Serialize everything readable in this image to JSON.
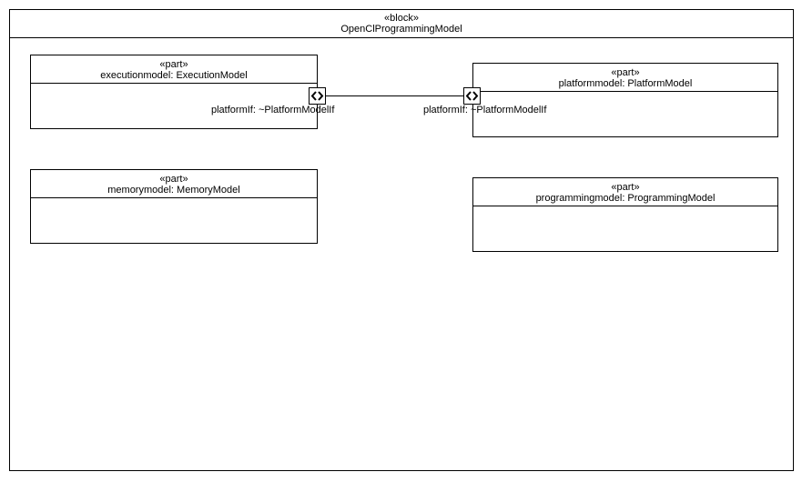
{
  "block": {
    "stereotype": "«block»",
    "name": "OpenClProgrammingModel"
  },
  "parts": [
    {
      "id": "execution",
      "stereotype": "«part»",
      "name": "executionmodel: ExecutionModel"
    },
    {
      "id": "platform",
      "stereotype": "«part»",
      "name": "platformmodel: PlatformModel"
    },
    {
      "id": "memory",
      "stereotype": "«part»",
      "name": "memorymodel: MemoryModel"
    },
    {
      "id": "programming",
      "stereotype": "«part»",
      "name": "programmingmodel: ProgrammingModel"
    }
  ],
  "ports": [
    {
      "owner": "execution",
      "label": "platformIf: ~PlatformModelIf",
      "icon": "port-icon"
    },
    {
      "owner": "platform",
      "label": "platformIf: ~PlatformModelIf",
      "icon": "port-icon"
    }
  ]
}
